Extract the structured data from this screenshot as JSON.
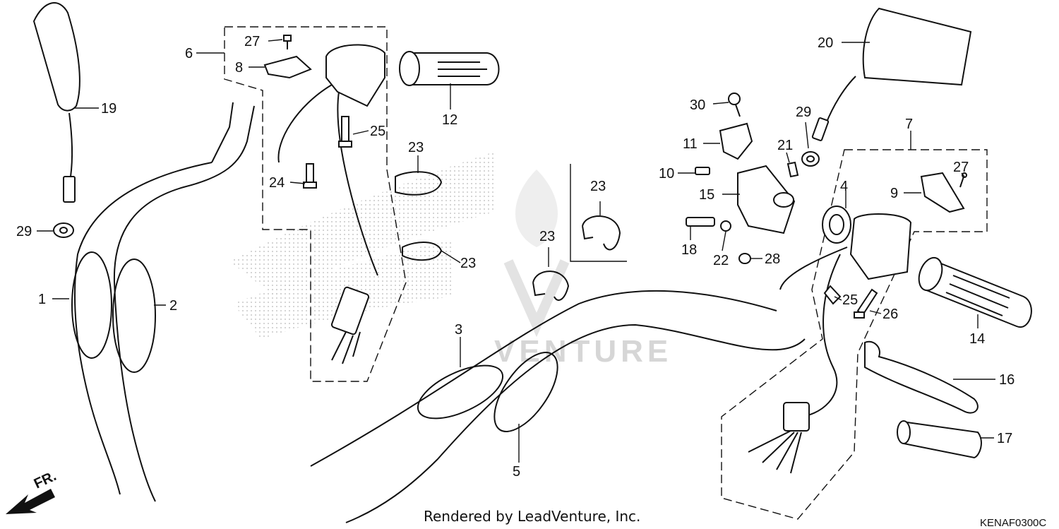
{
  "footer": {
    "rendered_by": "Rendered by LeadVenture, Inc.",
    "diagram_code": "KENAF0300C"
  },
  "direction": {
    "label": "FR."
  },
  "watermark": {
    "text": "VENTURE"
  },
  "callouts": {
    "c1": "1",
    "c2": "2",
    "c3": "3",
    "c4": "4",
    "c5": "5",
    "c6": "6",
    "c7": "7",
    "c8": "8",
    "c9": "9",
    "c10": "10",
    "c11": "11",
    "c12": "12",
    "c14": "14",
    "c15": "15",
    "c16": "16",
    "c17": "17",
    "c18": "18",
    "c19": "19",
    "c20": "20",
    "c21": "21",
    "c22": "22",
    "c23a": "23",
    "c23b": "23",
    "c23c": "23",
    "c23d": "23",
    "c24": "24",
    "c25a": "25",
    "c25b": "25",
    "c26": "26",
    "c27a": "27",
    "c27b": "27",
    "c28": "28",
    "c29a": "29",
    "c29b": "29",
    "c30": "30"
  },
  "colors": {
    "line": "#111111",
    "watermark": "#d6d6d6",
    "background": "#ffffff"
  }
}
